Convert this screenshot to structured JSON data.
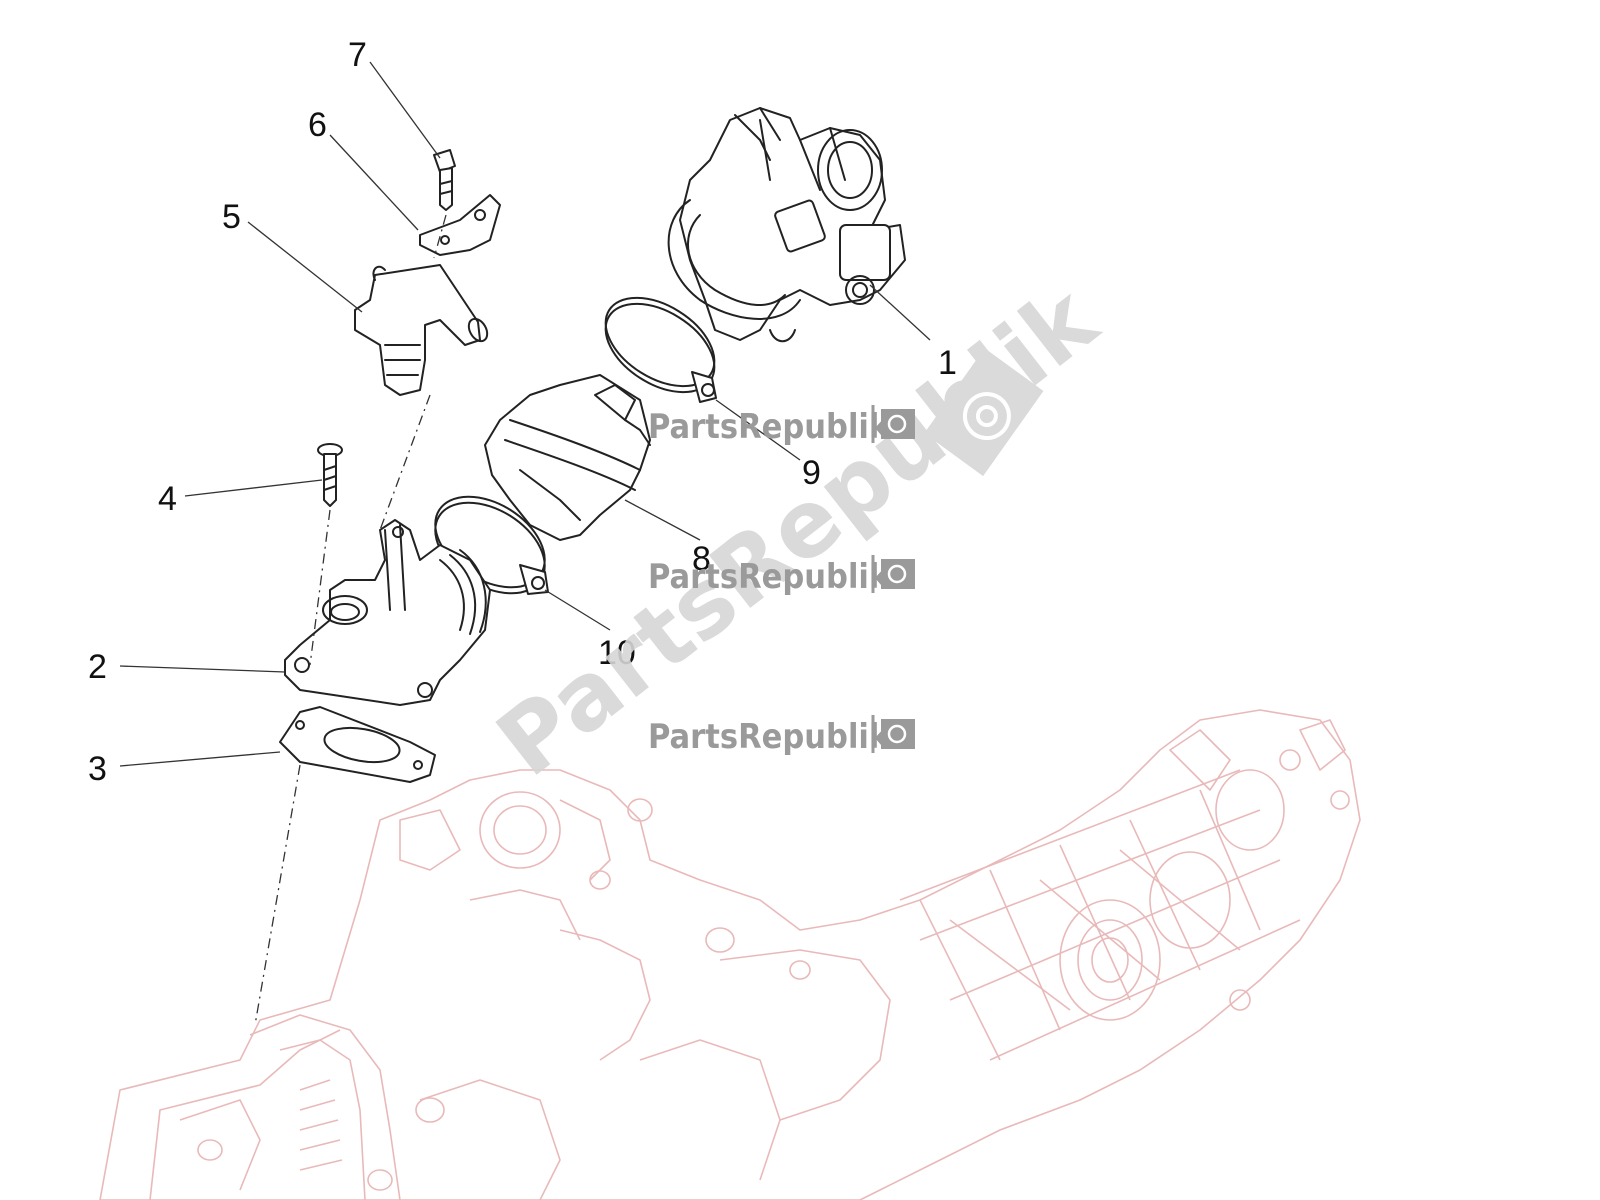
{
  "diagram": {
    "callouts": [
      {
        "id": "1",
        "label": "1"
      },
      {
        "id": "2",
        "label": "2"
      },
      {
        "id": "3",
        "label": "3"
      },
      {
        "id": "4",
        "label": "4"
      },
      {
        "id": "5",
        "label": "5"
      },
      {
        "id": "6",
        "label": "6"
      },
      {
        "id": "7",
        "label": "7"
      },
      {
        "id": "8",
        "label": "8"
      },
      {
        "id": "9",
        "label": "9"
      },
      {
        "id": "10",
        "label": "10"
      }
    ],
    "watermark": {
      "small_text": "PartsRepublik",
      "large_text": "PartsRepublik"
    },
    "colors": {
      "line_art": "#222222",
      "engine_outline": "#e9b9b9",
      "watermark": "#9a9a9a"
    }
  }
}
